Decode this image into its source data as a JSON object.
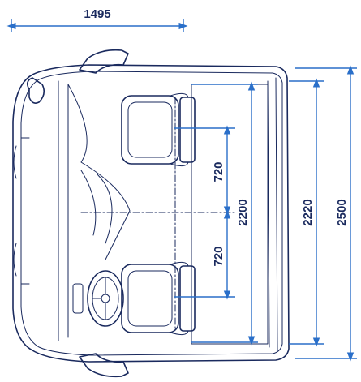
{
  "dimensions": {
    "width_label": "1495",
    "inner_720_top": "720",
    "inner_720_bottom": "720",
    "inner_2200": "2200",
    "height_2220": "2220",
    "height_2500": "2500"
  },
  "colors": {
    "outline": "#1a2a5e",
    "dimension_line": "#2a6fc9"
  }
}
